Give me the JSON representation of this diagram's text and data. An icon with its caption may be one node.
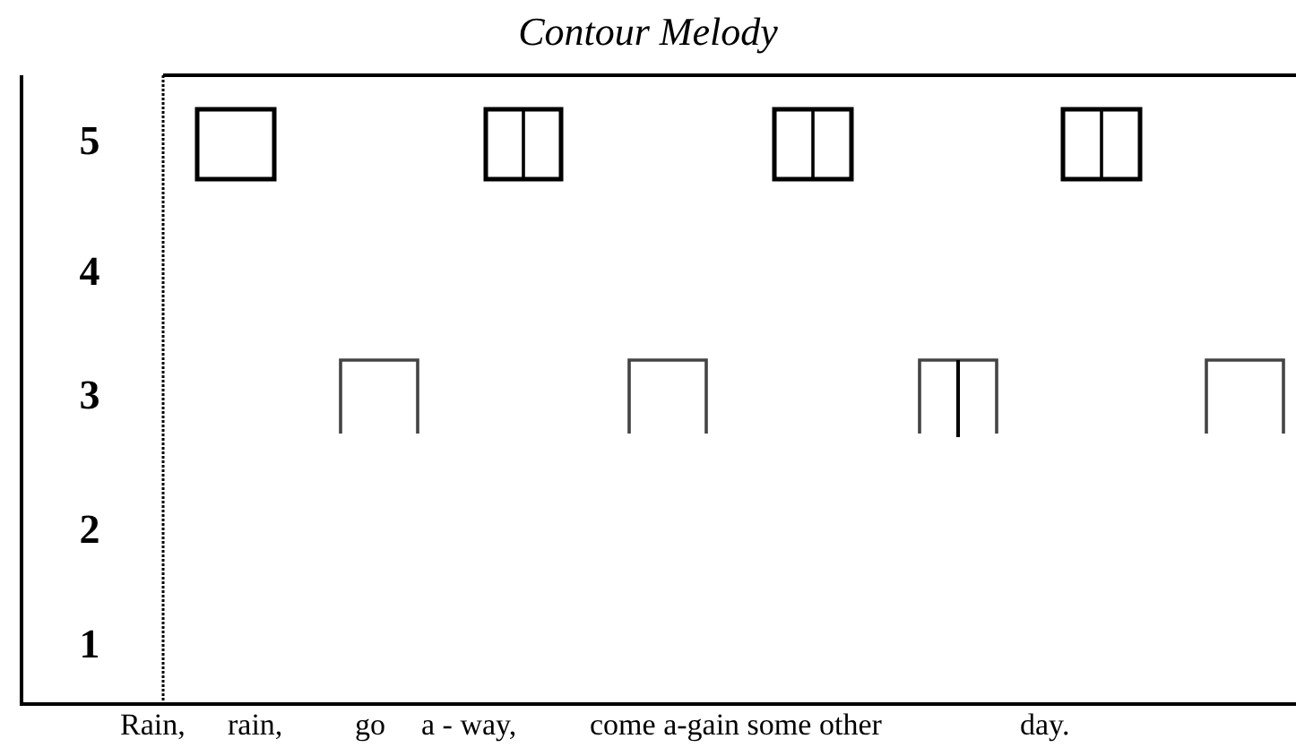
{
  "diagram": {
    "title": "Contour Melody",
    "labels": [
      "5",
      "4",
      "3",
      "2",
      "1",
      "Rain,",
      "rain,",
      "go",
      "a - way,",
      "come a-gain some",
      "other",
      "day."
    ]
  }
}
